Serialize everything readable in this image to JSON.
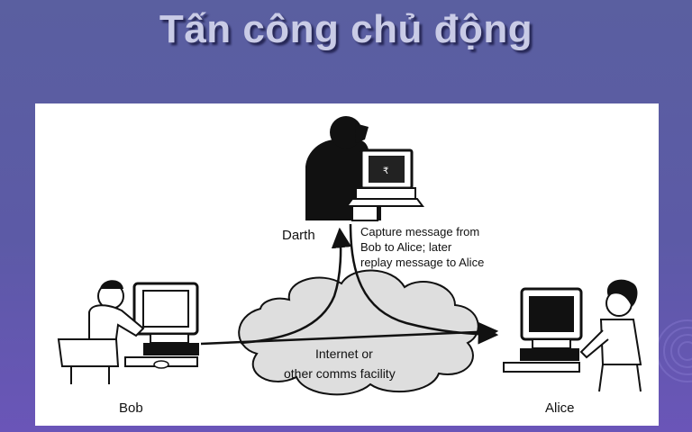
{
  "slide": {
    "title": "Tấn công chủ động"
  },
  "diagram": {
    "nodes": {
      "attacker": "Darth",
      "sender": "Bob",
      "receiver": "Alice"
    },
    "network_label_line1": "Internet or",
    "network_label_line2": "other comms facility",
    "attack_note_line1": "Capture message from",
    "attack_note_line2": "Bob to Alice; later",
    "attack_note_line3": "replay message to Alice"
  },
  "colors": {
    "background": "#5c5aa6",
    "title": "#c9cbe6",
    "panel": "#ffffff",
    "cloud_fill": "#dedede",
    "ink": "#111111"
  }
}
